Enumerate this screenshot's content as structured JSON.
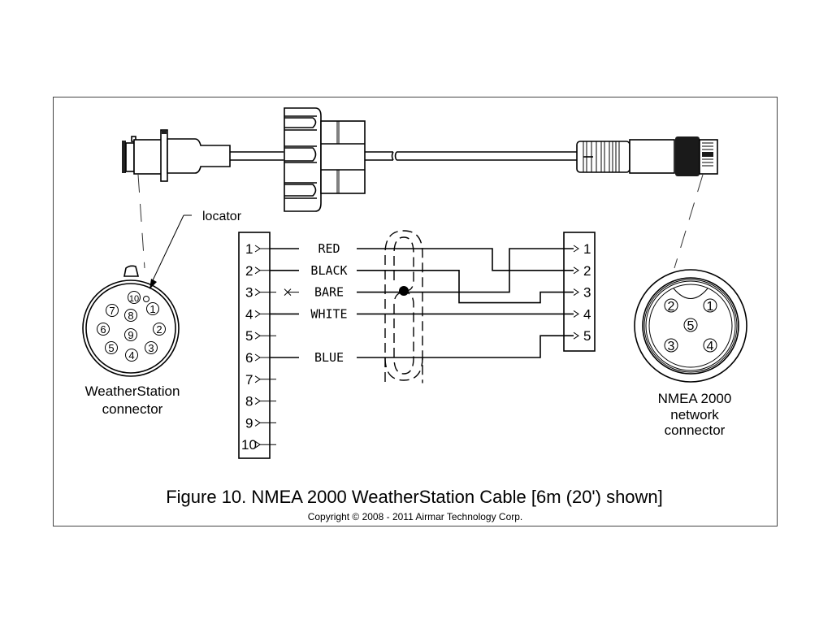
{
  "figure": {
    "caption": "Figure 10. NMEA 2000 WeatherStation Cable [6m (20') shown]",
    "copyright": "Copyright © 2008 - 2011 Airmar Technology Corp."
  },
  "left_connector": {
    "label_line1": "WeatherStation",
    "label_line2": "connector",
    "locator_label": "locator",
    "pins": [
      "1",
      "2",
      "3",
      "4",
      "5",
      "6",
      "7",
      "8",
      "9",
      "10"
    ]
  },
  "right_connector": {
    "label_line1": "NMEA 2000",
    "label_line2": "network",
    "label_line3": "connector",
    "pins": [
      "1",
      "2",
      "3",
      "4",
      "5"
    ]
  },
  "wiring": {
    "left_terminals": [
      "1",
      "2",
      "3",
      "4",
      "5",
      "6",
      "7",
      "8",
      "9",
      "10"
    ],
    "right_terminals": [
      "1",
      "2",
      "3",
      "4",
      "5"
    ],
    "wires": [
      {
        "color": "RED",
        "from_pin": "1",
        "to_pin": "2"
      },
      {
        "color": "BLACK",
        "from_pin": "2",
        "to_pin": "3"
      },
      {
        "color": "BARE",
        "from_pin": "3",
        "to_pin": "1",
        "note": "not connected at WeatherStation end (x), shield drain"
      },
      {
        "color": "WHITE",
        "from_pin": "4",
        "to_pin": "4"
      },
      {
        "color": "BLUE",
        "from_pin": "6",
        "to_pin": "5"
      }
    ],
    "unconnected_left_pins": [
      "5",
      "7",
      "8",
      "9",
      "10"
    ],
    "shield_symbol": "cable-shield"
  }
}
